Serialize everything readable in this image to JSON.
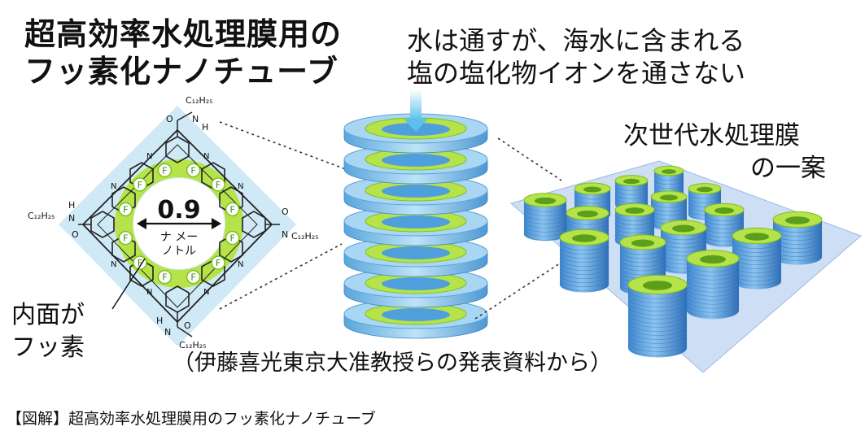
{
  "title": {
    "line1": "超高効率水処理膜用の",
    "line2": "フッ素化ナノチューブ"
  },
  "annotation": {
    "line1": "水は通すが、海水に含まれる",
    "line2": "塩の塩化物イオンを通さない"
  },
  "proposal": {
    "line1": "次世代水処理膜",
    "line2": "の一案"
  },
  "molecule": {
    "diameter_value": "0.9",
    "unit_line1": "ナ メー",
    "unit_line2": "ノトル",
    "fluorine_symbol": "F",
    "substituent_top": "C₁₂H₂₅",
    "substituent_left": "C₁₂H₂₅",
    "substituent_right": "C₁₂H₂₅",
    "substituent_bottom": "C₁₂H₂₅",
    "atom_n": "N",
    "atom_h": "H",
    "atom_o": "O"
  },
  "inner_label": {
    "line1": "内面が",
    "line2": "フッ素"
  },
  "credit": "（伊藤喜光東京大准教授らの発表資料から）",
  "caption": "【図解】超高効率水処理膜用のフッ素化ナノチューブ",
  "colors": {
    "ring_green": "#b6e24a",
    "ring_green_dark": "#7cc21c",
    "halo_blue": "#cfe9f7",
    "tube_blue": "#4f9fdc",
    "tube_blue_light": "#a9d6f3",
    "membrane_blue": "#bcd3f2",
    "arrow_blue": "#6cc6ee"
  }
}
